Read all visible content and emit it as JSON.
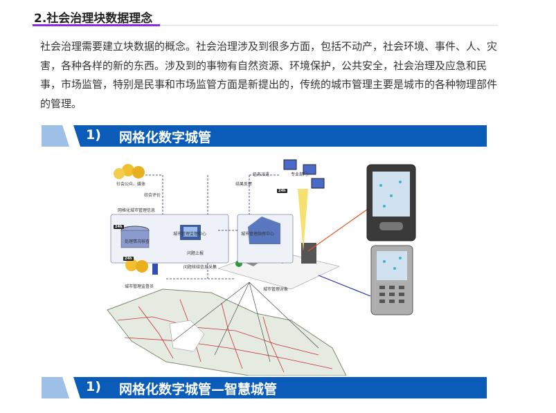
{
  "heading": "2.社会治理块数据理念",
  "paragraph": "社会治理需要建立块数据的概念。社会治理涉及到很多方面，包括不动产，社会环境、事件、人、灾害，各种各样的新的东西。涉及到的事物有自然资源、环境保护，公共安全，社会治理及应急和民事，市场监管，特别是民事和市场监管方面是新提出的，传统的城市管理主要是城市的各种物理部件的管理。",
  "figure": {
    "banner1_num": "1)",
    "banner1_title": "网格化数字城管",
    "banner2_num": "1)",
    "banner2_title": "网格化数字城管—智慧城管",
    "labels": {
      "public": "社会公众、媒体",
      "eval": "综合评价",
      "feedback1": "结果反馈",
      "task": "任务派遣",
      "dept": "专业部门",
      "hours24": "24h",
      "info_sys": "网格化城市管理信息",
      "supervise": "城市管理监督中心",
      "command": "城市管理指挥中心",
      "case": "处理情况核查",
      "report": "问题上报",
      "object": "城市管理对象",
      "inspector": "城市管理监督员",
      "collect": "问题核结信息采集"
    }
  }
}
